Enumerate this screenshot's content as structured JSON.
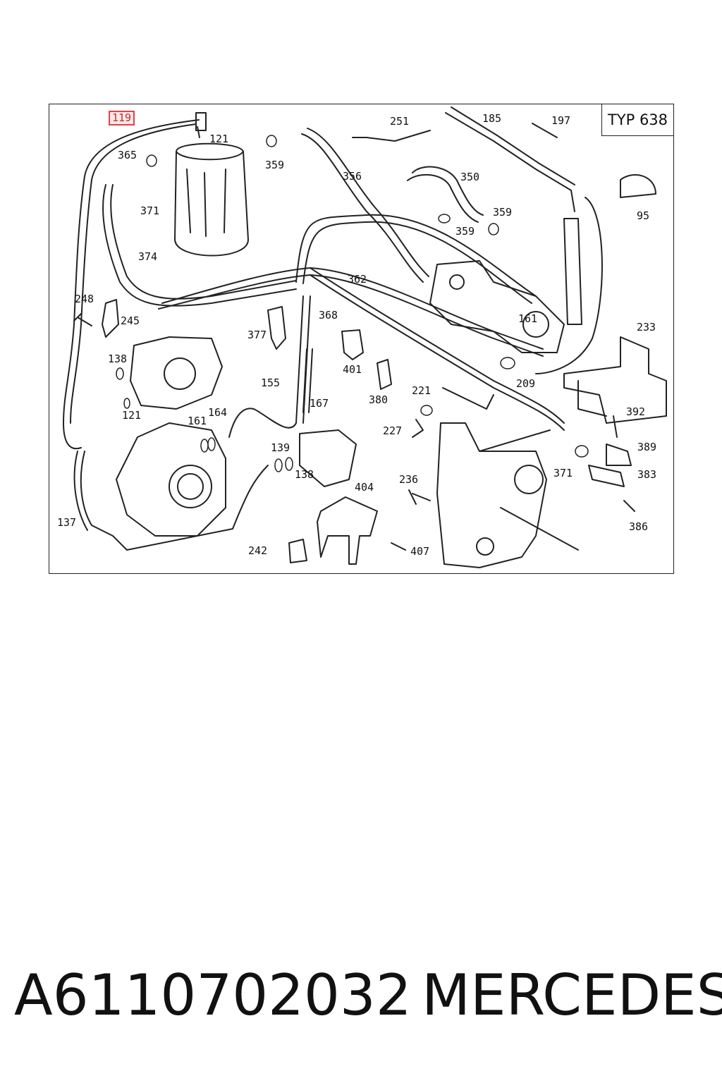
{
  "diagram": {
    "type_label": "TYP 638",
    "highlighted_part": "119",
    "callouts": [
      "119",
      "121",
      "365",
      "359",
      "251",
      "185",
      "197",
      "95",
      "356",
      "350",
      "359",
      "359",
      "371",
      "374",
      "248",
      "245",
      "362",
      "368",
      "377",
      "161",
      "233",
      "138",
      "121",
      "155",
      "401",
      "380",
      "221",
      "209",
      "167",
      "164",
      "161",
      "392",
      "227",
      "389",
      "139",
      "138",
      "404",
      "236",
      "371",
      "383",
      "137",
      "242",
      "407",
      "386"
    ]
  },
  "footer": {
    "part_number": "A6110702032",
    "brand": "MERCEDES"
  }
}
